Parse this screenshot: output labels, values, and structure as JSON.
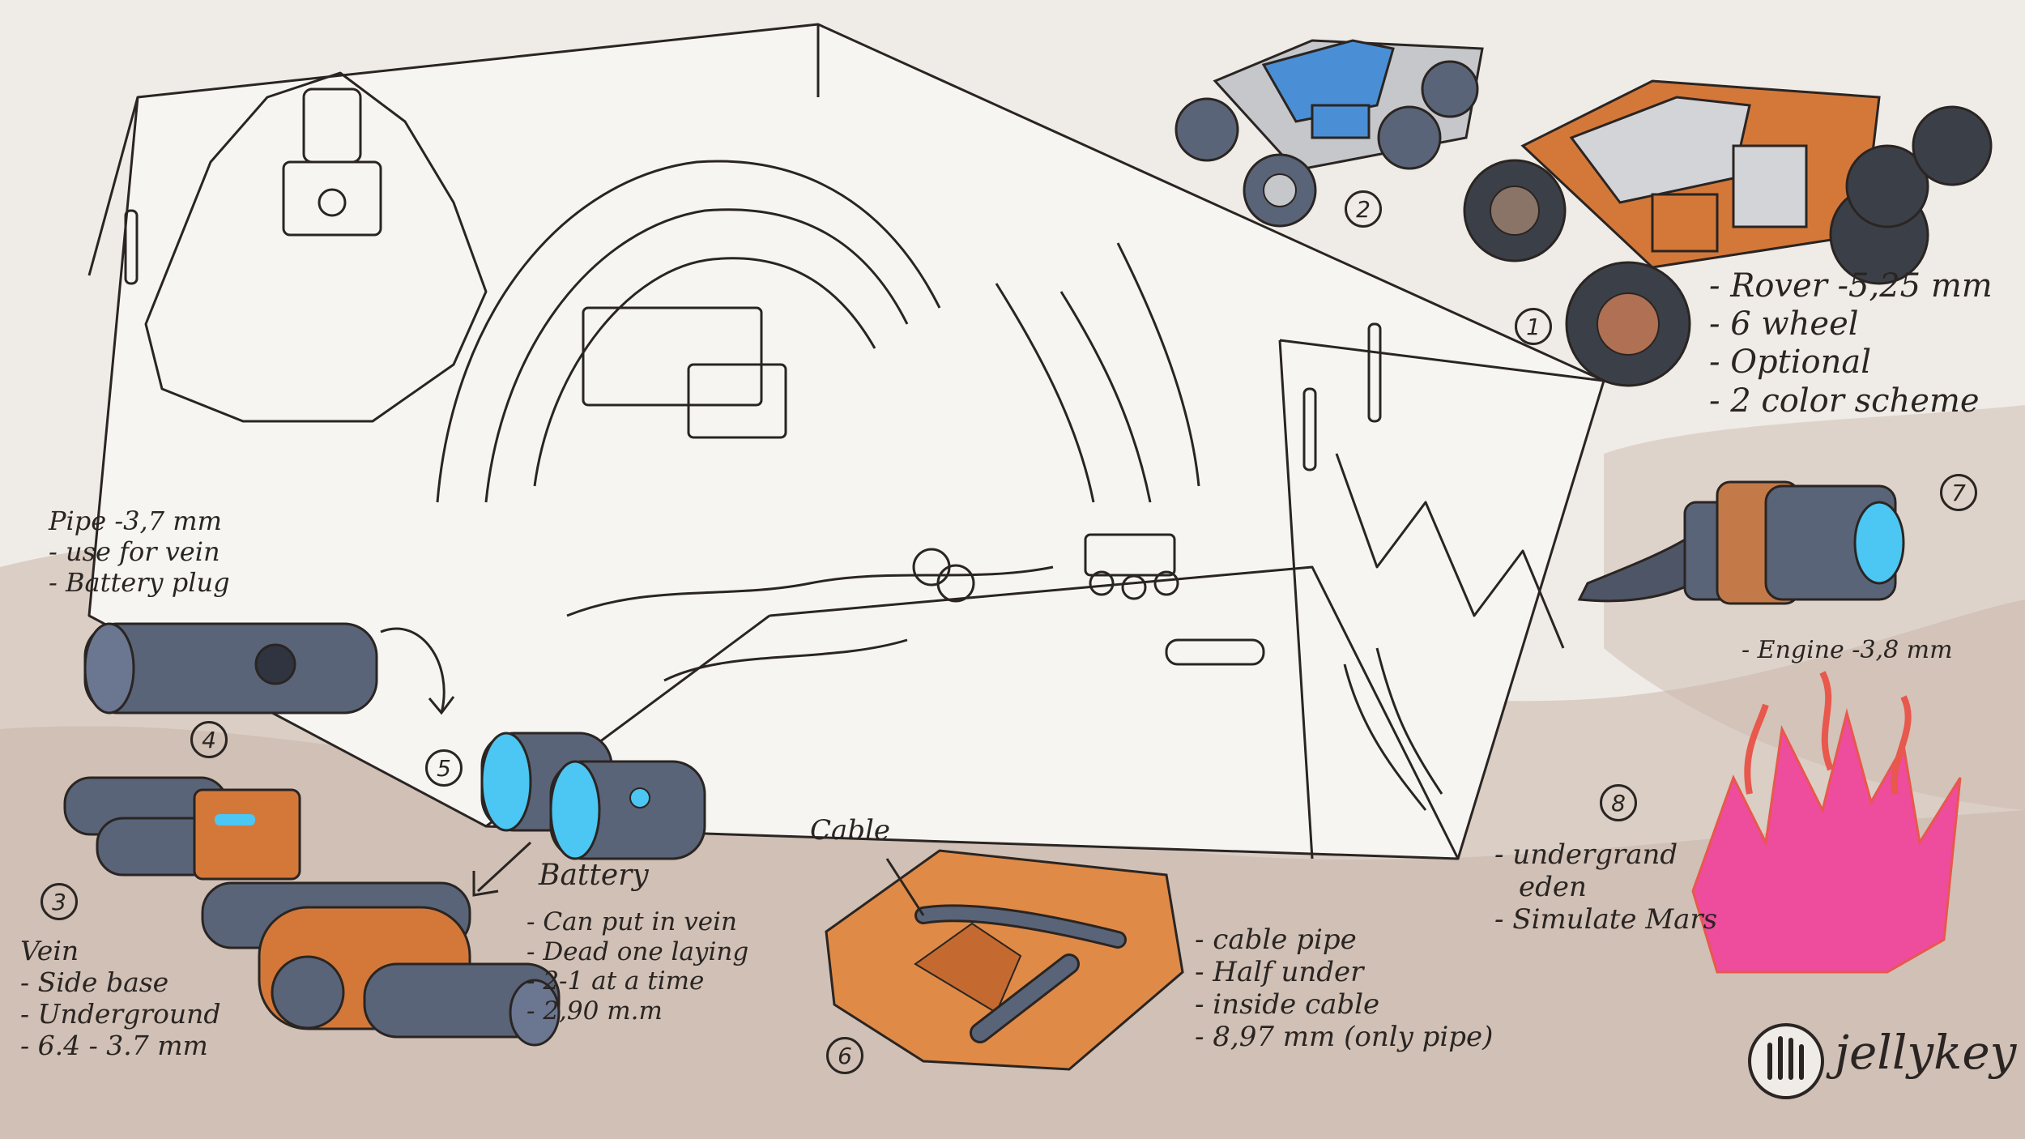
{
  "colors": {
    "paper": "#efebe6",
    "wash": "#c9b6aa",
    "ink": "#2a2522",
    "orange": "#d4783a",
    "slate": "#5a6478",
    "glow": "#4cc6f2",
    "blue": "#4a8fd6",
    "coral_pink": "#ee4c9c",
    "coral_red": "#e8584c"
  },
  "labels": {
    "rover": [
      "- Rover -5,25 mm",
      "- 6 wheel",
      "- Optional",
      "- 2 color scheme"
    ],
    "pipe": [
      "Pipe -3,7 mm",
      "- use for vein",
      "- Battery plug"
    ],
    "engine": [
      "- Engine -3,8 mm"
    ],
    "battery_title": "Battery",
    "battery": [
      "- Can put in vein",
      "- Dead one laying",
      "- 2-1 at a time",
      "- 2,90 m.m"
    ],
    "vein": [
      "Vein",
      "- Side base",
      "- Underground",
      "- 6.4 - 3.7 mm"
    ],
    "cable_title": "Cable",
    "cable": [
      "- cable pipe",
      "- Half under",
      "- inside cable",
      "- 8,97 mm (only pipe)"
    ],
    "eden": [
      "- undergrand",
      "eden",
      "- Simulate Mars"
    ]
  },
  "numbers": [
    "1",
    "2",
    "3",
    "4",
    "5",
    "6",
    "7",
    "8"
  ],
  "brand": "jellykey",
  "icons": [
    "rover-orange-icon",
    "rover-blue-icon",
    "pipe-icon",
    "engine-icon",
    "battery-icon",
    "vein-icon",
    "cable-tile-icon",
    "coral-eden-icon",
    "jellykey-hand-logo-icon",
    "arrow-curved-icon"
  ]
}
